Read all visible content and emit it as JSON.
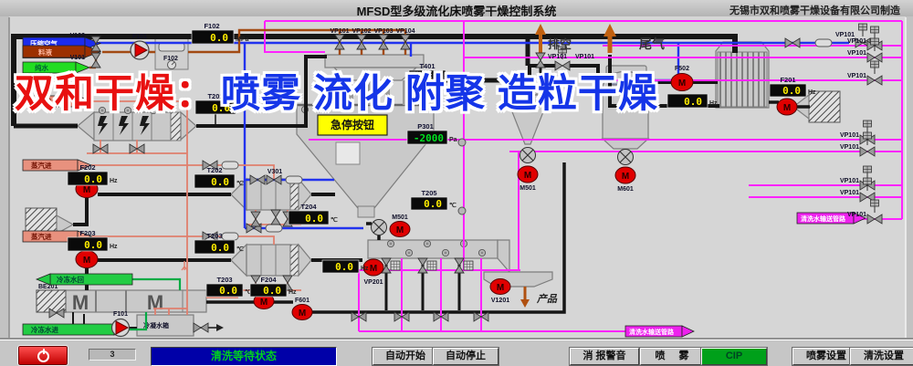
{
  "title": {
    "main": "MFSD型多级流化床喷雾干燥控制系统",
    "company": "无锡市双和喷雾干燥设备有限公司制造"
  },
  "watermark": {
    "red": "双和干燥：",
    "blue": "喷雾 流化 附聚 造粒干燥"
  },
  "icons": {
    "pump_m": "M"
  },
  "sources": {
    "compressed_air": "压缩空气",
    "feed": "料液",
    "pure_water": "纯水",
    "steam1": "蒸汽进",
    "steam2": "蒸汽进",
    "steam3": "蒸汽进",
    "chilled_return": "冷冻水回",
    "chilled_supply": "冷冻水进",
    "cip_right": "清洗水输送管路",
    "cip_bottom": "清洗水输送管路"
  },
  "labels": {
    "vent": "排空",
    "tail_gas": "尾气",
    "product": "产品",
    "estop": "急停按钮",
    "condensate_tank": "冷凝水箱",
    "be201": "BE201",
    "f101_top": "F101",
    "f102_skid": "F102",
    "f101_bottom": "F101",
    "v102": "V102",
    "v101": "V101",
    "v301": "V301",
    "vp1": "VP101",
    "vp2": "VP102",
    "vp3": "VP103",
    "vp4": "VP104",
    "vp101": "VP101",
    "m501_tower": "M501",
    "m501_cyclone": "M501",
    "m601": "M601",
    "v1201": "V1201",
    "vp201": "VP201",
    "f601": "F601",
    "f502": "F502"
  },
  "displays": {
    "f102": {
      "label": "F102",
      "value": "0.0",
      "unit": "MPa"
    },
    "t201": {
      "label": "T201",
      "value": "0.0",
      "unit": "℃"
    },
    "t401": {
      "label": "T401",
      "value": "0.0",
      "unit": "℃"
    },
    "p301": {
      "label": "P301",
      "value": "-2000",
      "unit": "Pa"
    },
    "t205": {
      "label": "T205",
      "value": "0.0",
      "unit": "℃"
    },
    "t204": {
      "label": "T204",
      "value": "0.0",
      "unit": "℃"
    },
    "t202": {
      "label": "T202",
      "value": "0.0",
      "unit": "℃"
    },
    "f202": {
      "label": "F202",
      "value": "0.0",
      "unit": "Hz"
    },
    "t203": {
      "label": "T203",
      "value": "0.0",
      "unit": "℃"
    },
    "f203": {
      "label": "F203",
      "value": "0.0",
      "unit": "Hz"
    },
    "t203b": {
      "label": "T203",
      "value": "0.0",
      "unit": "℃"
    },
    "f204": {
      "label": "F204",
      "value": "0.0",
      "unit": "Hz"
    },
    "f502": {
      "label": "F502",
      "value": "0.0",
      "unit": "Hz"
    },
    "f201": {
      "label": "F201",
      "value": "0.0",
      "unit": "Hz"
    },
    "vp201hz": {
      "value": "0.0",
      "unit": "Hz"
    }
  },
  "statusbar": {
    "counter": "3",
    "status": "清洗等待状态"
  },
  "buttons": {
    "auto_start": "自动开始",
    "auto_stop": "自动停止",
    "mute_alarm": "消 报警音",
    "spray": "喷 雾",
    "cip": "CIP",
    "spray_settings": "喷雾设置",
    "clean_settings": "清洗设置"
  }
}
